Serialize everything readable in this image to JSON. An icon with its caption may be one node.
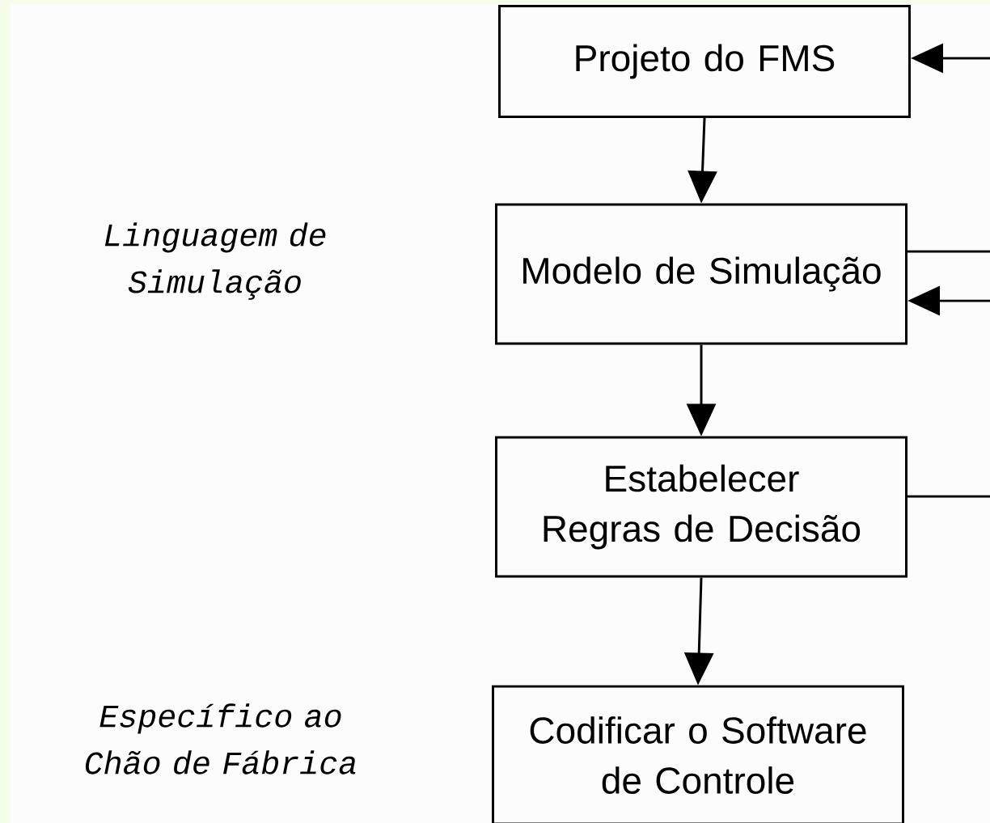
{
  "diagram": {
    "nodes": [
      {
        "text": [
          "Projeto do FMS"
        ]
      },
      {
        "text": [
          "Modelo de Simulação"
        ]
      },
      {
        "text": [
          "Estabelecer Regras de Decisão"
        ]
      },
      {
        "text": [
          "Codificar o Software de Controle"
        ]
      }
    ],
    "edges": [
      {
        "from": 0,
        "to": 1,
        "arrow": "to"
      },
      {
        "from": 1,
        "to": 2,
        "arrow": "to"
      },
      {
        "from": 2,
        "to": 3,
        "arrow": "to"
      },
      {
        "from": null,
        "to": 0,
        "arrow": "to"
      },
      {
        "from": 1,
        "to": null,
        "arrow": "none"
      },
      {
        "from": null,
        "to": 1,
        "arrow": "to"
      },
      {
        "from": 2,
        "to": null,
        "arrow": "none"
      }
    ],
    "labels": [
      "Linguagem de Simulação",
      "Específico ao Chão de Fábrica"
    ]
  }
}
